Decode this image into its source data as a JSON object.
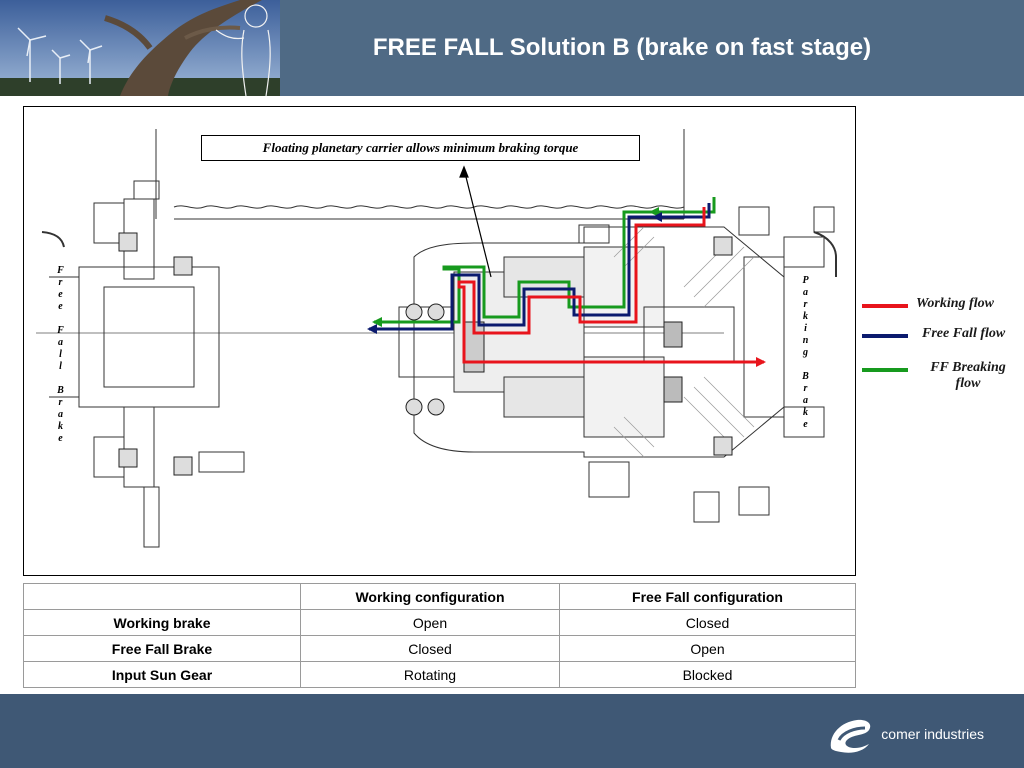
{
  "title": "FREE FALL Solution B (brake on fast stage)",
  "callout": "Floating planetary carrier allows minimum braking torque",
  "left_vertical_label": "Free Fall Brake",
  "right_vertical_label": "Parking Brake",
  "legend": [
    {
      "label": "Working flow",
      "color": "#e8141c"
    },
    {
      "label": "Free Fall flow",
      "color": "#0b1a6e"
    },
    {
      "label": "FF Breaking flow",
      "color": "#179a1e"
    }
  ],
  "table": {
    "headers": [
      "",
      "Working configuration",
      "Free Fall configuration"
    ],
    "rows": [
      [
        "Working brake",
        "Open",
        "Closed"
      ],
      [
        "Free Fall Brake",
        "Closed",
        "Open"
      ],
      [
        "Input Sun Gear",
        "Rotating",
        "Blocked"
      ]
    ]
  },
  "logo": {
    "text": "comer industries"
  }
}
